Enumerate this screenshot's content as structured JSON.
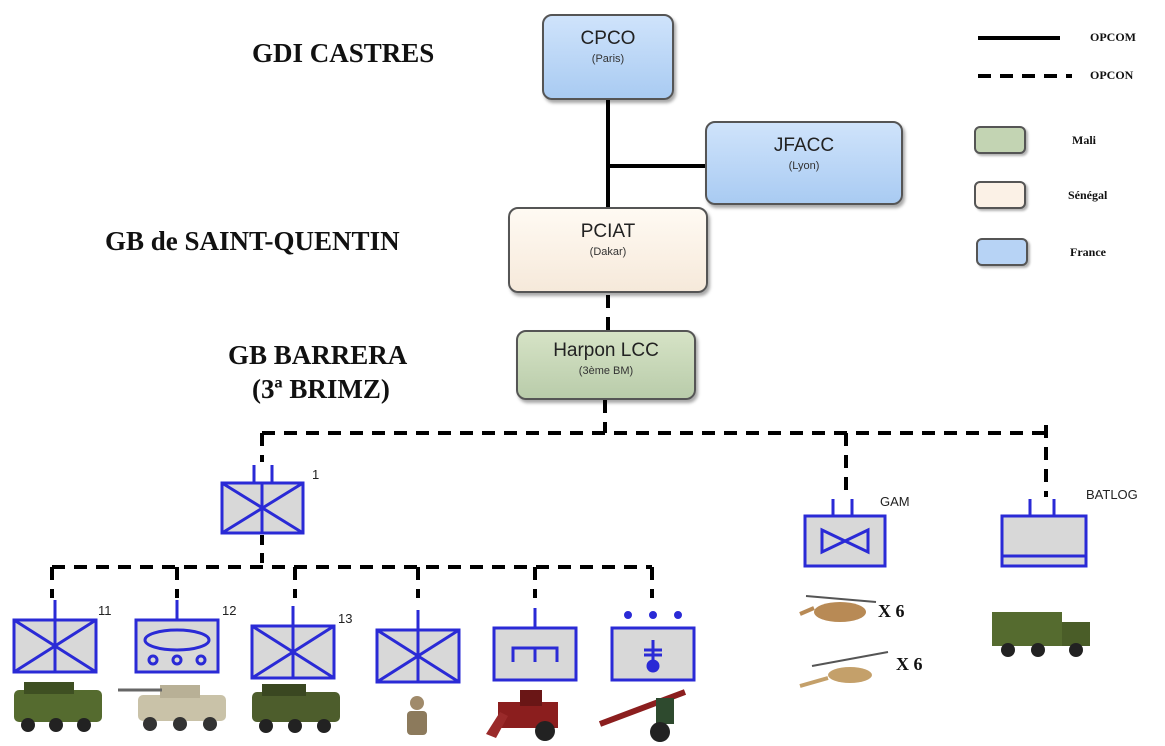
{
  "levels": {
    "gdi": "GDI CASTRES",
    "gb_sq": "GB de SAINT-QUENTIN",
    "gb_barrera_line1": "GB BARRERA",
    "gb_barrera_line2": "(3ª BRIMZ)"
  },
  "nodes": {
    "cpco": {
      "title": "CPCO",
      "subtitle": "(Paris)"
    },
    "jfacc": {
      "title": "JFACC",
      "subtitle": "(Lyon)"
    },
    "pciat": {
      "title": "PCIAT",
      "subtitle": "(Dakar)"
    },
    "harpon": {
      "title": "Harpon LCC",
      "subtitle": "(3ème BM)"
    }
  },
  "legend": {
    "opcom": "OPCOM",
    "opcon": "OPCON",
    "mali": "Mali",
    "senegal": "Sénégal",
    "france": "France",
    "colors": {
      "mali": "#c3d4b3",
      "senegal": "#fbf1e6",
      "france": "#b7d3f5"
    }
  },
  "units": {
    "unit_1": "1",
    "gam": "GAM",
    "batlog": "BATLOG",
    "unit_11": "11",
    "unit_12": "12",
    "unit_13": "13"
  },
  "quantities": {
    "puma": "X 6",
    "gazelle": "X 6"
  },
  "symbol_color": "#2a2ad6"
}
